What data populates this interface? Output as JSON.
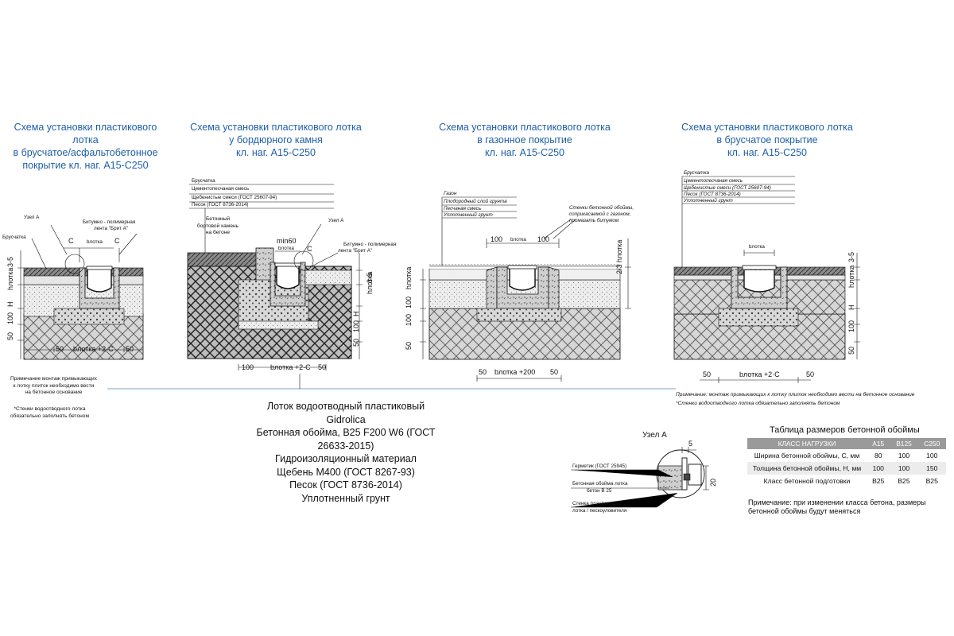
{
  "titles": {
    "s1": "Схема установки пластикового лотка\nв брусчатое/асфальтобетонное\nпокрытие кл. наг. А15-С250",
    "s2": "Схема установки пластикового лотка\nу бордюрного камня\nкл. наг. А15-С250",
    "s3": "Схема установки пластикового лотка\nв газонное покрытие\nкл. наг. А15-С250",
    "s4": "Схема установки пластикового лотка\nв брусчатое покрытие\nкл. наг. А15-С250"
  },
  "s1": {
    "uzel": "Узел А",
    "tape": "Битумно - полимерная",
    "tape2": "лента  \"Брит А\"",
    "paving": "Брусчатка",
    "c_left": "C",
    "c_right": "C",
    "b_tray": "bлотка",
    "d_35": "3-5",
    "d_h": "hлотка",
    "d_H": "H",
    "d_100": "100",
    "d_50": "50",
    "d_50a": "50",
    "d_bottom": "bлотка +2·C",
    "d_50b": "50",
    "note": "Примечание монтаж примыкающих\nк лотку плиток необходимо вести\nна бетонное основание",
    "note2": "*Стенки водоотводного лотка\nобязательно заполнять бетоном"
  },
  "s2": {
    "layers": [
      "Брусчатка",
      "Цементопесчаная смесь",
      "Щебенистые смеси (ГОСТ 25607-94)",
      "Песок (ГОСТ 8736-2014)"
    ],
    "curb": "Бетонный\nбортовой камень\nна бетоне",
    "uzel": "Узел А",
    "min60": "min60",
    "b_tray": "bлотка",
    "c": "C",
    "tape": "Битумно - полимерная",
    "tape2": "лента  \"Брит А\"",
    "d_35": "3-5",
    "d_h": "hлотка",
    "d_H": "H",
    "d_100": "100",
    "d_50": "50",
    "d_100b": "100",
    "d_bottom": "bлотка +2·C",
    "d_50b": "50"
  },
  "s3": {
    "layers": [
      "Газон",
      "Плодородный слой грунта",
      "Песчаная смесь",
      "Уплотненный грунт"
    ],
    "walls": "Стенки бетонной обоймы,\nсоприкасаемой с газоном,\nпромазать битумом",
    "d_100l": "100",
    "b_tray": "bлотка",
    "d_100r": "100",
    "d_23": "2/3 hлотка",
    "d_h": "hлотка",
    "d_100": "100",
    "d_100b": "100",
    "d_50": "50",
    "d_50a": "50",
    "d_bottom": "bлотка +200",
    "d_50b": "50"
  },
  "s4": {
    "layers": [
      "Брусчатка",
      "Цементопесчаная смесь",
      "Щебенистые смеси (ГОСТ 25607-94)",
      "Песок (ГОСТ 8736-2014)",
      "Уплотненный грунт"
    ],
    "b_tray": "bлотка",
    "d_35": "3-5",
    "d_h": "hлотка",
    "d_H": "H",
    "d_100": "100",
    "d_50": "50",
    "d_50a": "50",
    "d_bottom": "bлотка +2·C",
    "d_50b": "50",
    "note": "Примечание: монтаж примыкающих к лотку плиток необходимо вести на бетонное основание",
    "note2": "*Стенки водоотводного лотка обязательно заполнять бетоном"
  },
  "legend": [
    "Лоток водоотводный пластиковый Gidrolica",
    "Бетонная обойма, В25 F200 W6 (ГОСТ 26633-2015)",
    "Гидроизоляционный материал",
    "Щебень М400 (ГОСТ 8267-93)",
    "Песок (ГОСТ 8736-2014)",
    "Уплотненный грунт"
  ],
  "node": {
    "title": "Узел А",
    "d5": "5",
    "d20": "20",
    "sealant": "Герметик  (ГОСТ 25945)",
    "concrete": "Бетонная обойма лотка",
    "concrete2": "бетон В 25",
    "wall": "Стенка пластикового",
    "wall2": "лотка / пескоуловителя"
  },
  "table": {
    "title": "Таблица размеров бетонной обоймы",
    "headers": [
      "КЛАСС НАГРУЗКИ",
      "А15",
      "В125",
      "С250"
    ],
    "rows": [
      {
        "label": "Ширина бетонной обоймы, С, мм",
        "v": [
          "80",
          "100",
          "100"
        ]
      },
      {
        "label": "Толщина бетонной обоймы, Н, мм",
        "v": [
          "100",
          "100",
          "150"
        ]
      },
      {
        "label": "Класс бетонной подготовки",
        "v": [
          "В25",
          "В25",
          "В25"
        ]
      }
    ],
    "note": "Примечание: при изменении класса бетона, размеры\nбетонной обоймы будут меняться"
  },
  "colors": {
    "title": "#1f5fa8",
    "table_header": "#9a9a9a",
    "line": "#111111"
  }
}
